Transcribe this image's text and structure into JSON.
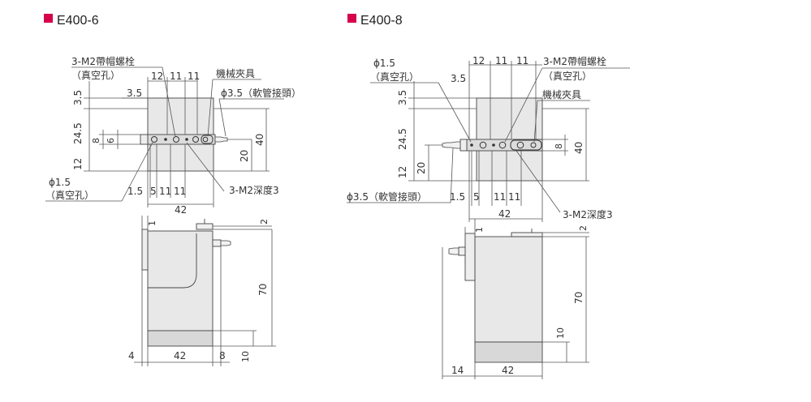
{
  "accent_color": "#d6004b",
  "body_fill": "#e8e8e8",
  "left": {
    "title": "E400-6",
    "bolt_callout": [
      "3-M2帶帽螺栓",
      "（真空孔）"
    ],
    "mech_clamp": "機械夾具",
    "hose_label": "ϕ3.5（軟管接頭）",
    "vac_label": [
      "ϕ1.5",
      "（真空孔）"
    ],
    "tap_label": "3-M2深度3",
    "top_dims": [
      "12",
      "11",
      "11"
    ],
    "v_3_5": "3.5",
    "h_3_5": "3.5",
    "v_24_5": "24.5",
    "v_12": "12",
    "v_8": "8",
    "v_6": "6",
    "v_20": "20",
    "v_40": "40",
    "bot_dims": [
      "1.5",
      "5",
      "11",
      "11"
    ],
    "w_42": "42",
    "side_1": "1",
    "side_2": "2",
    "side_70": "70",
    "side_10": "10",
    "side_4": "4",
    "side_42": "42",
    "side_8": "8"
  },
  "right": {
    "title": "E400-8",
    "vac_label": [
      "ϕ1.5",
      "（真空孔）"
    ],
    "v_3_5_top": "3.5",
    "top_dims": [
      "12",
      "11",
      "11"
    ],
    "bolt_callout": [
      "3-M2帶帽螺栓",
      "（真空孔）"
    ],
    "mech_clamp": "機械夾具",
    "v_3_5": "3.5",
    "v_24_5": "24.5",
    "v_12": "12",
    "v_20": "20",
    "v_8": "8",
    "v_40": "40",
    "hose_label": "ϕ3.5（軟管接頭）",
    "bot_dims": [
      "1.5",
      "5",
      "11",
      "11"
    ],
    "w_42": "42",
    "tap_label": "3-M2深度3",
    "side_1": "1",
    "side_2": "2",
    "side_70": "70",
    "side_10": "10",
    "side_14": "14",
    "side_42": "42"
  }
}
